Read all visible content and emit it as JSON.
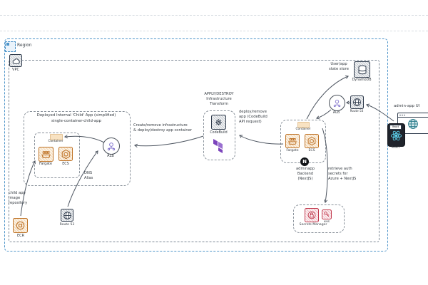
{
  "region": {
    "label": "Region"
  },
  "vpc": {
    "label": "VPC"
  },
  "child_app": {
    "title1": "Deployed Internal 'Child' App (simplified)",
    "title2": "single-container-child-app",
    "container": "Container",
    "fargate": "Fargate",
    "ecs": "ECS",
    "alb": "ALB",
    "dns_note": "DNS\nAlias",
    "repo_note": "child app\nimage\nrepository",
    "ecr": "ECR",
    "route53": "Route 53"
  },
  "pipeline": {
    "transform_note": "APPLY/DESTROY\nInfrastructure\nTransform",
    "codebuild": "CodeBuild",
    "create_note": "Create/remove infrastructure\n& deploy/destroy app container",
    "deploy_note": "deploy/remove\napp (CodeBuild\nAPI request)"
  },
  "admin_app": {
    "container": "Container",
    "fargate": "Fargate",
    "ecs": "ECS",
    "backend_note": "adminapp\nBackend\n(NextJS)",
    "retrieve_note": "retrieve auth\nsecrets for\nAzure + NextJS"
  },
  "secrets": {
    "manager": "Secrets Manager",
    "kms": "KMS"
  },
  "state_store": {
    "note": "User/app\nstate store",
    "dynamodb": "DynamoDB",
    "alb": "ALB",
    "route53": "Route 53"
  },
  "client": {
    "ui": "admin-app UI",
    "react": "React",
    "react_tag": "React"
  },
  "colors": {
    "region_border": "#4d94c9",
    "vpc_border": "#7b8794",
    "aws_orange": "#bf7326",
    "aws_navy": "#2f3b4c",
    "aws_red": "#c13a4e",
    "terraform_purple": "#7c44bc",
    "react_cyan": "#5fd4f0"
  }
}
